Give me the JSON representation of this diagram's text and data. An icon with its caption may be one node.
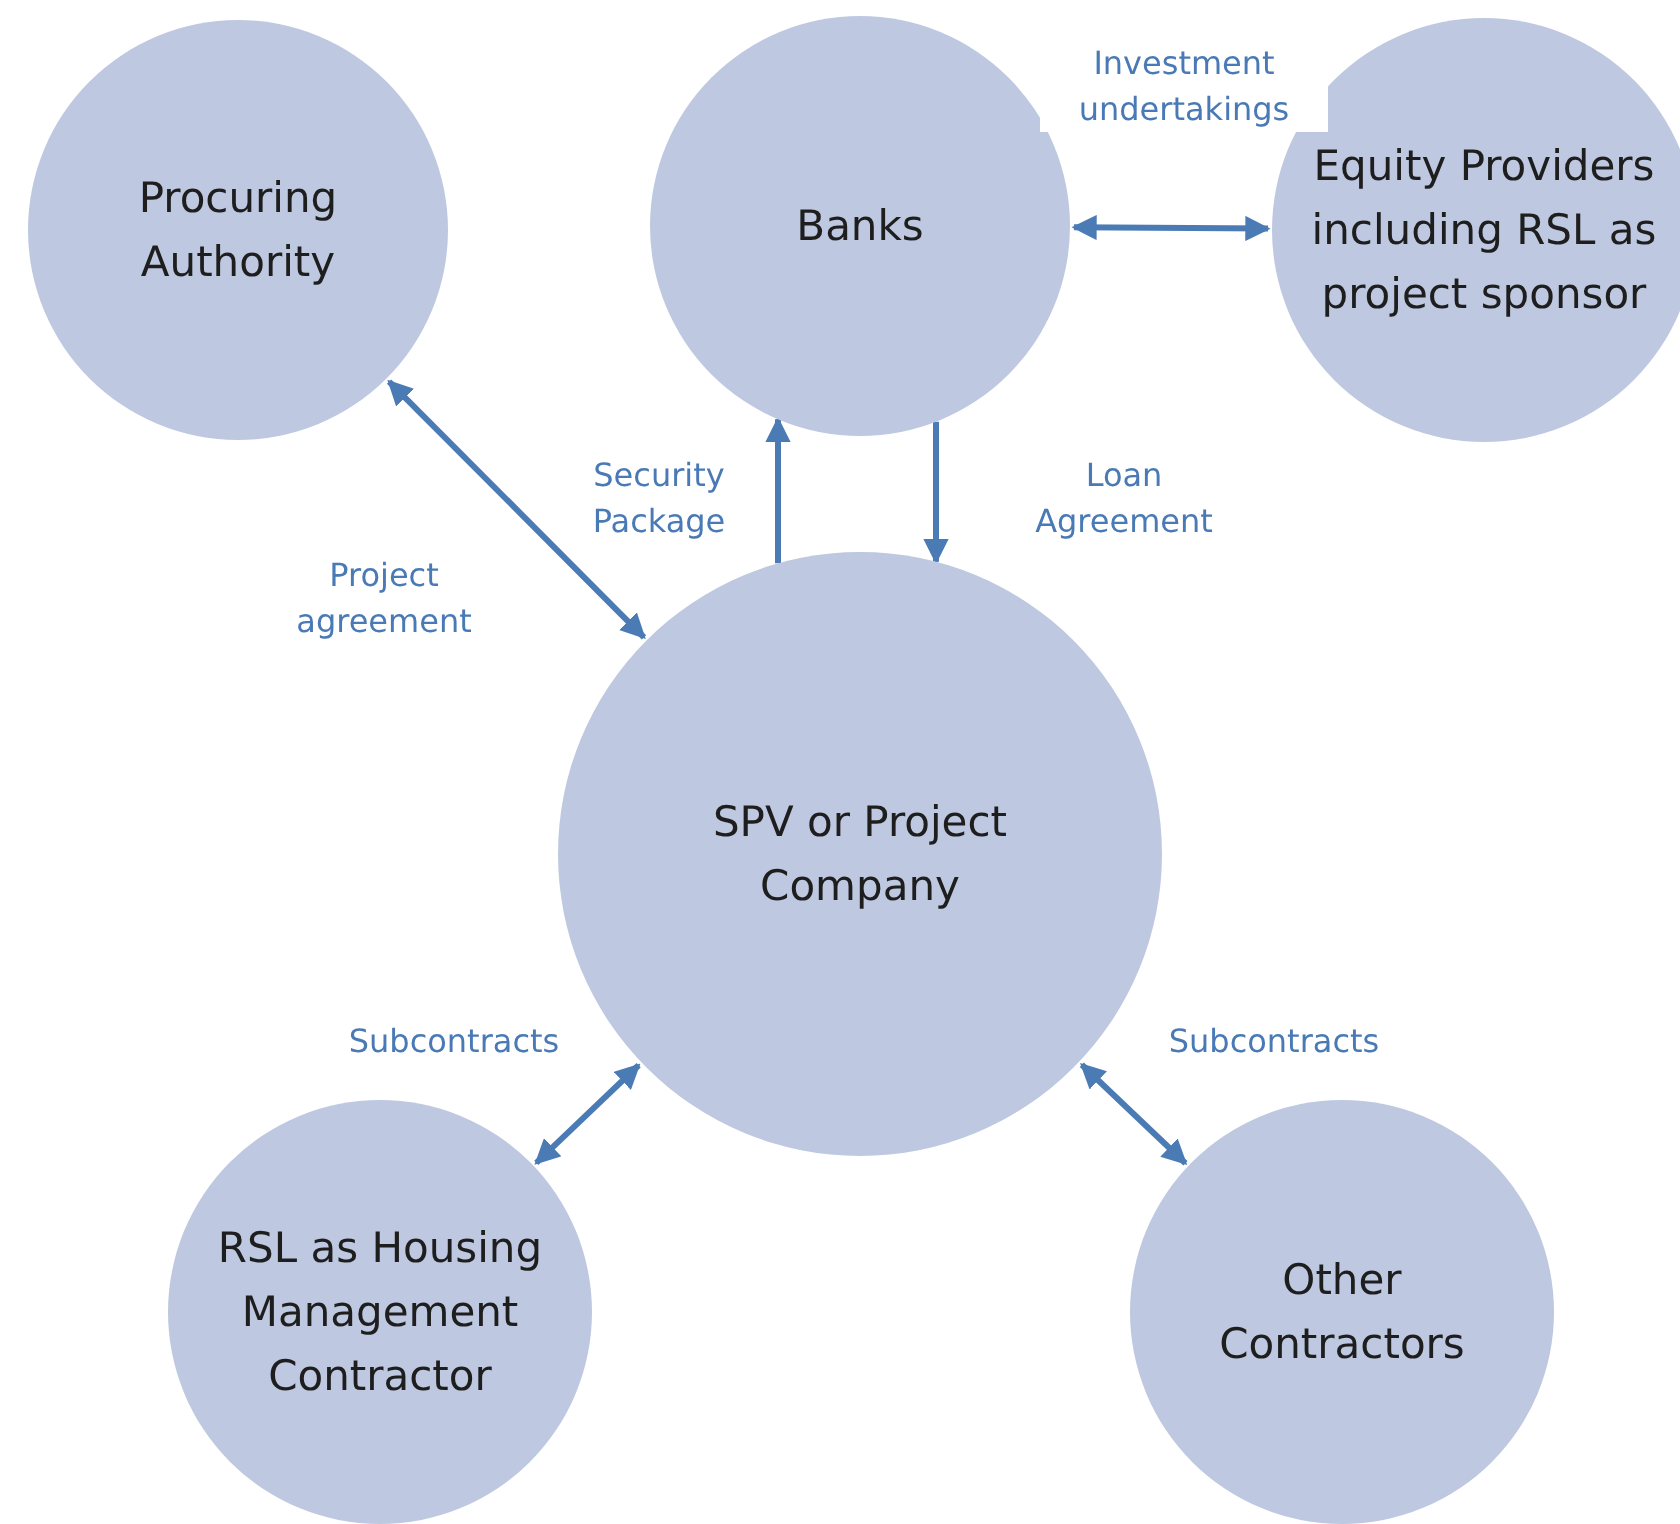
{
  "diagram": {
    "nodes": [
      {
        "text": [
          "Procuring Authority"
        ]
      },
      {
        "text": [
          "Banks"
        ]
      },
      {
        "text": [
          "Equity Providers including RSL as project sponsor"
        ]
      },
      {
        "text": [
          "SPV or Project Company"
        ]
      },
      {
        "text": [
          "RSL as Housing Management Contractor"
        ]
      },
      {
        "text": [
          "Other Contractors"
        ]
      }
    ],
    "edges": [
      {
        "from": 1,
        "to": 2,
        "arrow": "both",
        "label": "Investment undertakings"
      },
      {
        "from": 3,
        "to": 1,
        "arrow": "to",
        "label": "Security Package"
      },
      {
        "from": 1,
        "to": 3,
        "arrow": "to",
        "label": "Loan Agreement"
      },
      {
        "from": 0,
        "to": 3,
        "arrow": "both",
        "label": "Project agreement"
      },
      {
        "from": 3,
        "to": 4,
        "arrow": "both",
        "label": "Subcontracts"
      },
      {
        "from": 3,
        "to": 5,
        "arrow": "both",
        "label": "Subcontracts"
      }
    ]
  }
}
